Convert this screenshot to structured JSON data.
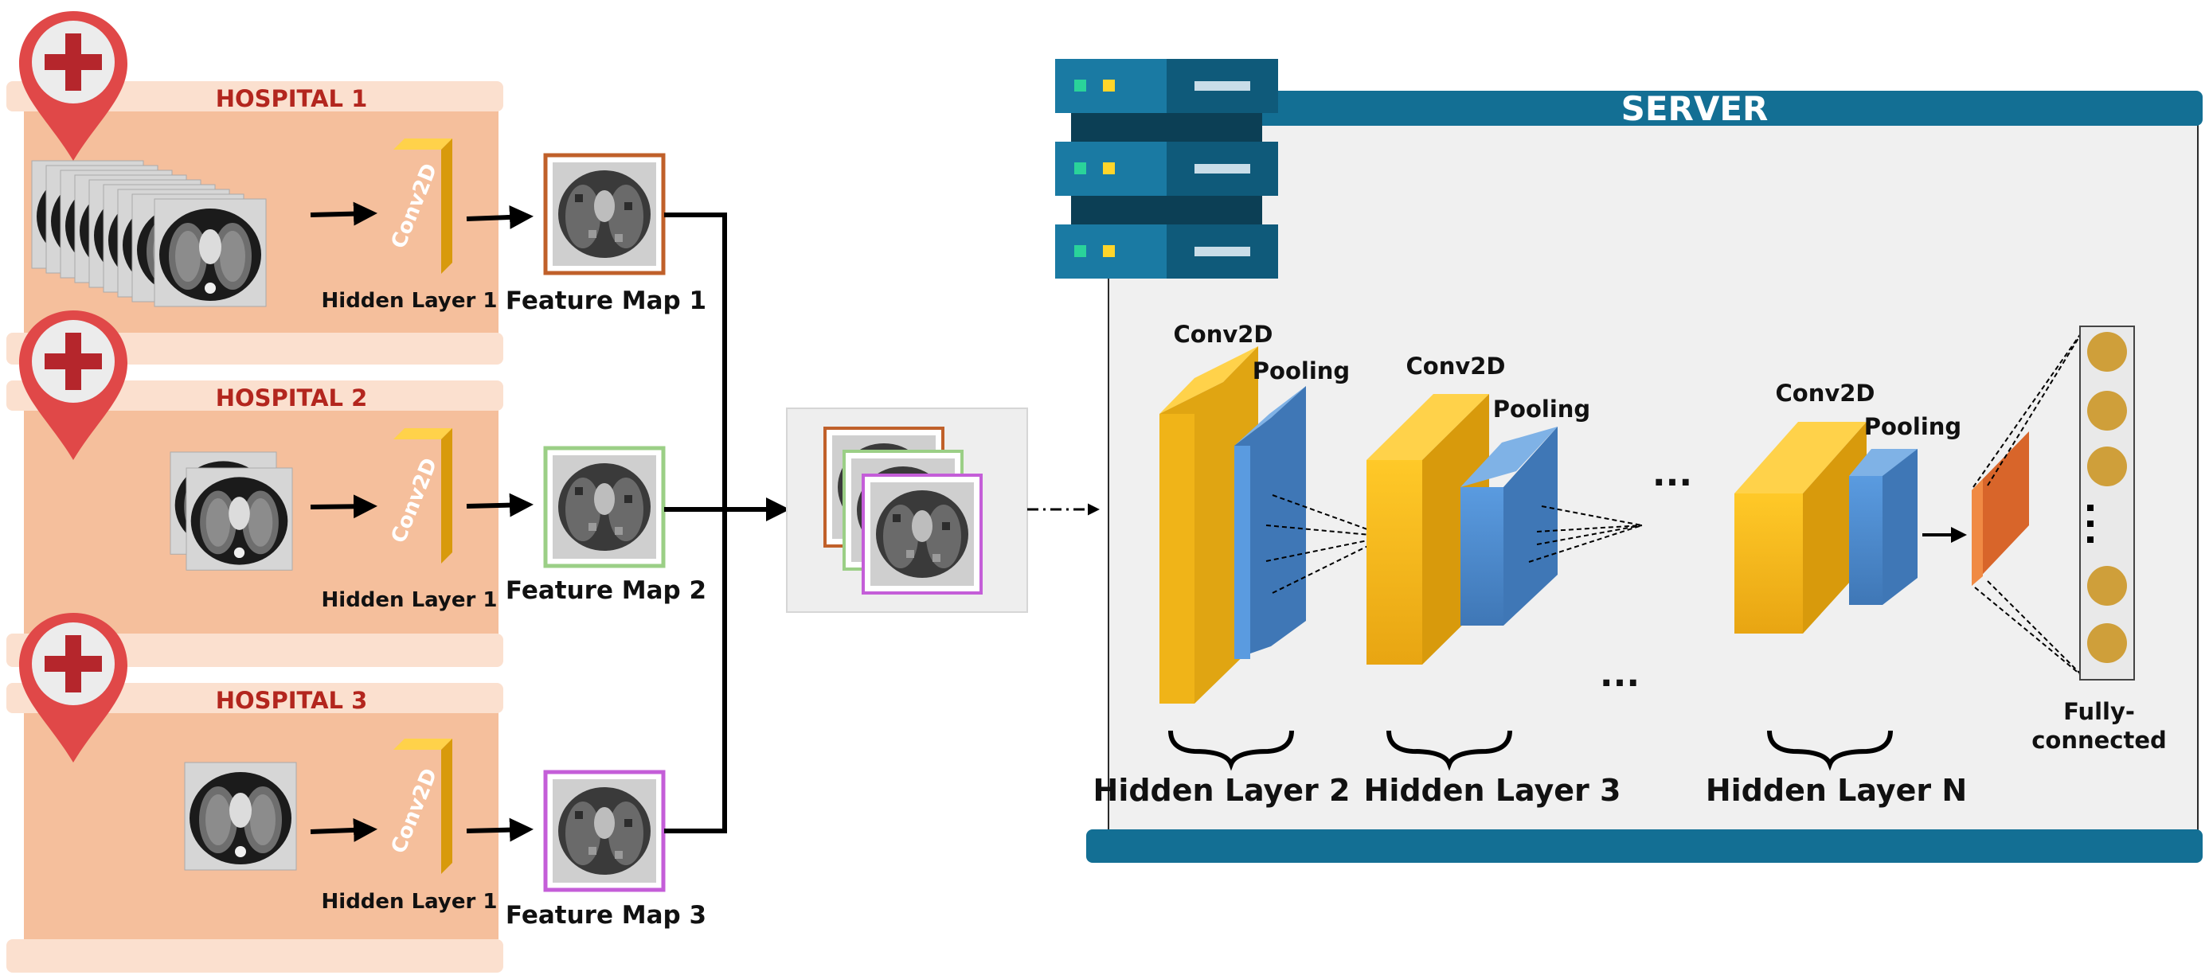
{
  "hospitals": [
    {
      "title": "HOSPITAL 1",
      "layer_label": "Hidden Layer 1",
      "conv_label": "Conv2D",
      "feature_map": "Feature Map 1",
      "feature_color": "#c0602a"
    },
    {
      "title": "HOSPITAL 2",
      "layer_label": "Hidden Layer 1",
      "conv_label": "Conv2D",
      "feature_map": "Feature Map 2",
      "feature_color": "#9bcf86"
    },
    {
      "title": "HOSPITAL 3",
      "layer_label": "Hidden Layer 1",
      "conv_label": "Conv2D",
      "feature_map": "Feature Map 3",
      "feature_color": "#c45ed8"
    }
  ],
  "server": {
    "title": "SERVER",
    "stages": [
      {
        "conv_label": "Conv2D",
        "pool_label": "Pooling",
        "layer_label": "Hidden Layer 2"
      },
      {
        "conv_label": "Conv2D",
        "pool_label": "Pooling",
        "layer_label": "Hidden Layer 3"
      },
      {
        "conv_label": "Conv2D",
        "pool_label": "Pooling",
        "layer_label": "Hidden Layer N"
      }
    ],
    "ellipsis_top": "...",
    "ellipsis_bottom": "...",
    "fc_label_line1": "Fully-",
    "fc_label_line2": "connected"
  },
  "colors": {
    "hospital_bg": "#f5bf9c",
    "hospital_band": "#fbe0cf",
    "pin": "#e04848",
    "conv_yellow": "#f2b418",
    "pool_blue": "#4a86c8",
    "server_blue": "#136f94",
    "fc_orange": "#d8652a",
    "fc_node": "#cf9f3a"
  }
}
